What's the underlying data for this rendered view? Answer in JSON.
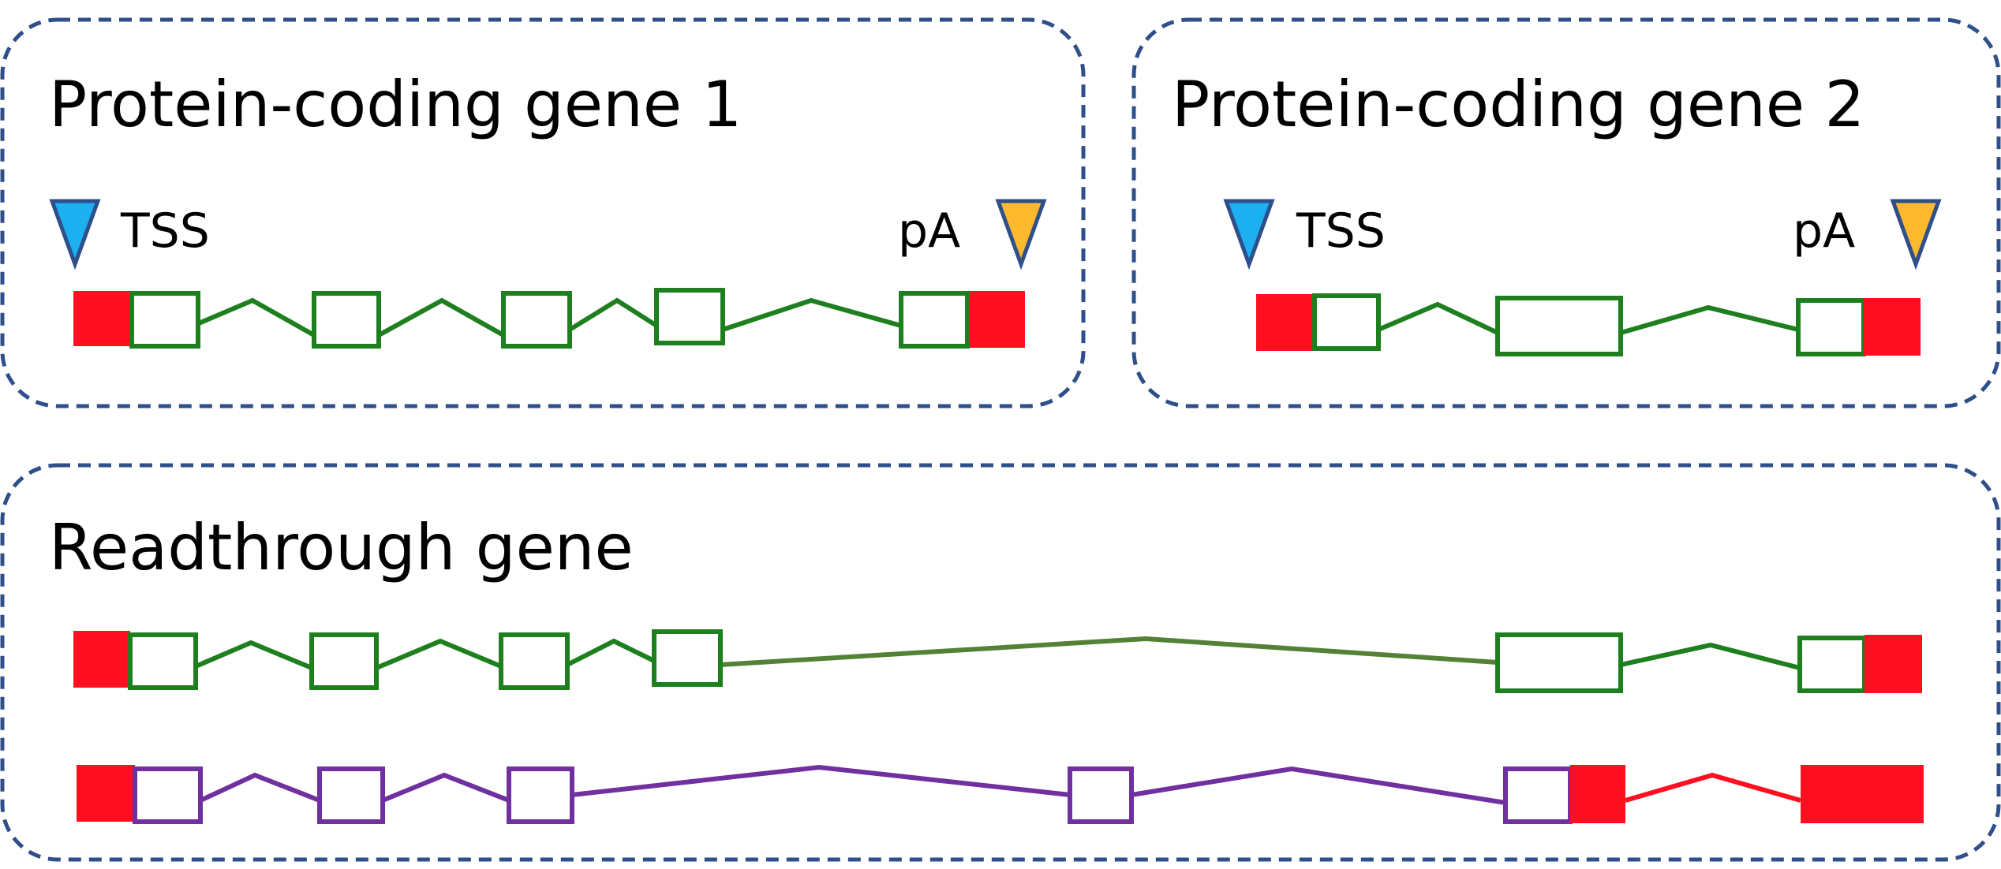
{
  "colors": {
    "panel_border": "#2F4F8A",
    "utr": "#FF0F1F",
    "exon_green": "#1E7F1E",
    "intron_long_olive": "#538135",
    "exon_purple": "#7030A0",
    "tss_marker": "#1DB0F0",
    "pa_marker": "#FDB92D",
    "marker_outline": "#2F4F8A"
  },
  "panels": {
    "gene1": {
      "title": "Protein-coding gene 1",
      "tss_label": "TSS",
      "pa_label": "pA",
      "tss_icon": "triangle-down-icon",
      "pa_icon": "triangle-down-icon"
    },
    "gene2": {
      "title": "Protein-coding gene 2",
      "tss_label": "TSS",
      "pa_label": "pA",
      "tss_icon": "triangle-down-icon",
      "pa_icon": "triangle-down-icon"
    },
    "readthrough": {
      "title": "Readthrough gene"
    }
  }
}
